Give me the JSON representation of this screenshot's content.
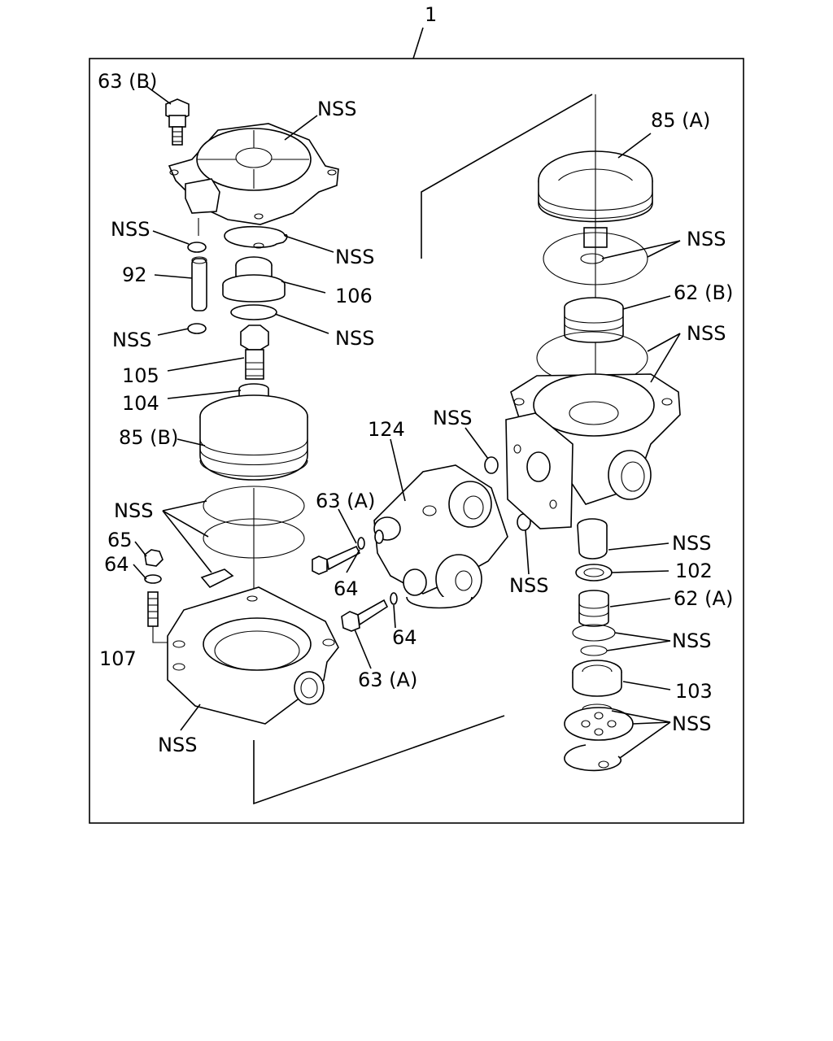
{
  "assembly_label": "1",
  "labels": {
    "63B": "63 (B)",
    "nss_top_cover": "NSS",
    "85A": "85 (A)",
    "nss_left_oring_top": "NSS",
    "nss_clip": "NSS",
    "nss_right_ring_a": "NSS",
    "92": "92",
    "106": "106",
    "62B": "62 (B)",
    "nss_left_oring_bottom": "NSS",
    "nss_mid_oring": "NSS",
    "nss_right_ring_b": "NSS",
    "105": "105",
    "104": "104",
    "nss_port_oring": "NSS",
    "124": "124",
    "85B": "85 (B)",
    "63A_top": "63 (A)",
    "nss_left_rings": "NSS",
    "65": "65",
    "64_nut": "64",
    "nss_port_oring_b": "NSS",
    "64_mid": "64",
    "nss_right_cap": "NSS",
    "102": "102",
    "62A": "62 (A)",
    "nss_right_rings_c": "NSS",
    "64_lower": "64",
    "107": "107",
    "63A_bottom": "63 (A)",
    "103": "103",
    "nss_bottom_body": "NSS",
    "nss_right_bottom": "NSS"
  }
}
